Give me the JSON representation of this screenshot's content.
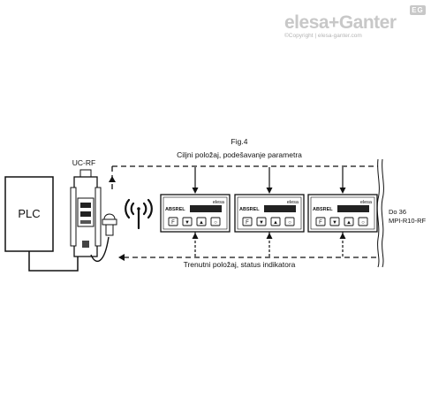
{
  "watermark": {
    "brand": "elesa+Ganter",
    "copyright": "©Copyright | elesa-ganter.com",
    "badge": "EG"
  },
  "figure": {
    "caption": "Fig.4",
    "top_label": "Ciljni položaj, podešavanje parametra",
    "bottom_label": "Trenutni položaj, status indikatora"
  },
  "plc": {
    "label": "PLC"
  },
  "controller": {
    "label": "UC-RF"
  },
  "indicators": {
    "count_label_line1": "Do 36",
    "count_label_line2": "MPI-R10-RF",
    "units": [
      {
        "display": "ABSREL",
        "tag": "elesa",
        "keys": [
          "F",
          "▼",
          "▲",
          "○"
        ]
      },
      {
        "display": "ABSREL",
        "tag": "elesa",
        "keys": [
          "F",
          "▼",
          "▲",
          "○"
        ]
      },
      {
        "display": "ABSREL",
        "tag": "elesa",
        "keys": [
          "F",
          "▼",
          "▲",
          "○"
        ]
      }
    ]
  }
}
